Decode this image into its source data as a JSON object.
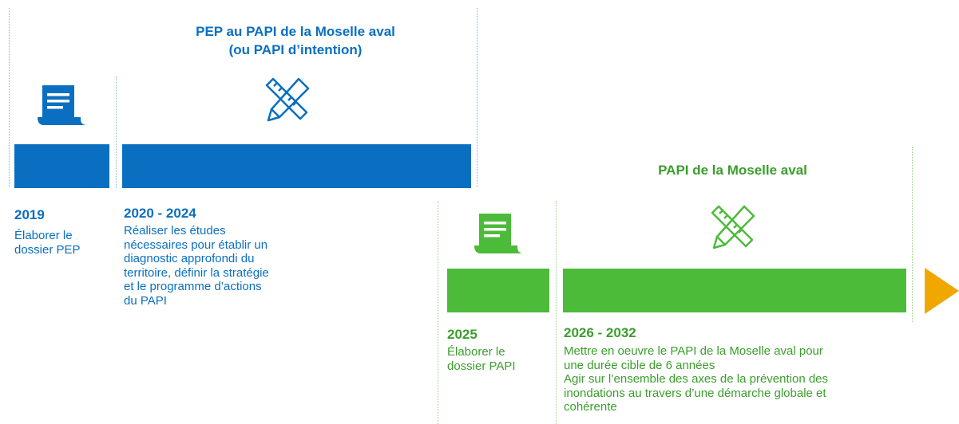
{
  "phase1": {
    "title_line1": "PEP au PAPI de la Moselle aval",
    "title_line2": "(ou PAPI d’intention)",
    "step1": {
      "year": "2019",
      "lines": [
        "Élaborer le",
        "dossier PEP"
      ],
      "icon": "document-icon"
    },
    "step2": {
      "year": "2020 - 2024",
      "lines": [
        "Réaliser les études",
        "nécessaires pour établir un",
        "diagnostic approfondi du",
        "territoire, définir la stratégie",
        "et le programme d’actions",
        "du PAPI"
      ],
      "icon": "ruler-pencil-icon"
    },
    "color": "#0a6fc0"
  },
  "phase2": {
    "title": "PAPI de la Moselle aval",
    "step1": {
      "year": "2025",
      "lines": [
        "Élaborer le",
        "dossier PAPI"
      ],
      "icon": "document-icon"
    },
    "step2": {
      "year": "2026 - 2032",
      "lines": [
        "Mettre en oeuvre le PAPI de la Moselle aval pour",
        "une durée cible de 6 années",
        "Agir sur l’ensemble des axes de la prévention des",
        "inondations au travers d’une démarche globale et",
        "cohérente"
      ],
      "icon": "ruler-pencil-icon"
    },
    "color": "#4cbb3a"
  },
  "arrow": {
    "icon": "arrow-right-icon",
    "color": "#f0a800"
  }
}
